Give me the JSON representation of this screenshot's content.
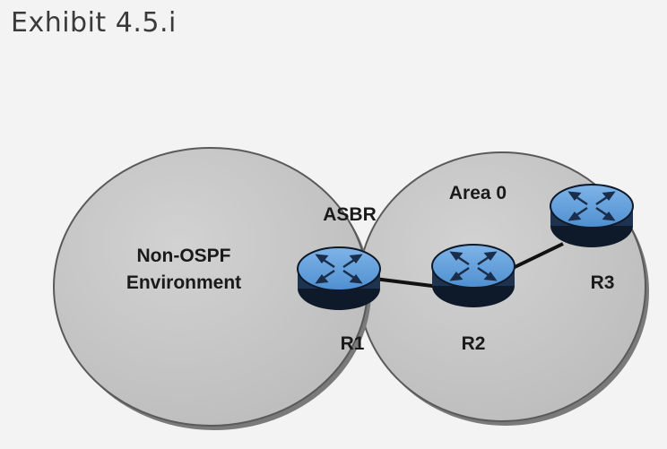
{
  "exhibit": {
    "title": "Exhibit 4.5.i"
  },
  "regions": {
    "non_ospf": {
      "line1": "Non-OSPF",
      "line2": "Environment"
    },
    "area0": {
      "label": "Area 0"
    }
  },
  "routers": {
    "r1": {
      "name": "R1",
      "role": "ASBR"
    },
    "r2": {
      "name": "R2"
    },
    "r3": {
      "name": "R3"
    }
  },
  "colors": {
    "region_fill": "#c8c8c8",
    "region_stroke": "#3c3c3c",
    "router_body": "#3f7fc4",
    "router_top": "#6da7e0",
    "link": "#111111"
  },
  "icons": {
    "router": "router-icon"
  }
}
